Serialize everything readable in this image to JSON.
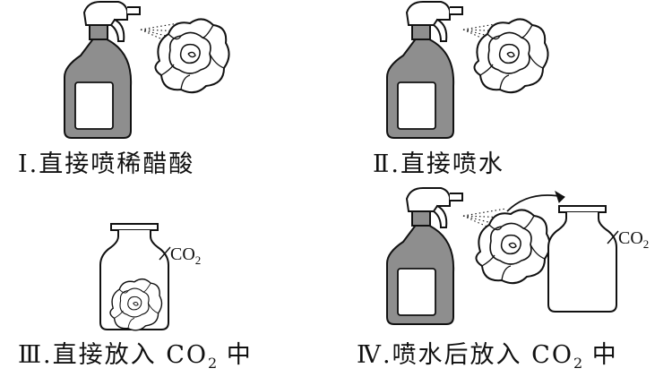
{
  "panels": [
    {
      "numeral": "Ⅰ.",
      "text": "直接喷稀醋酸"
    },
    {
      "numeral": "Ⅱ.",
      "text": "直接喷水"
    },
    {
      "numeral": "Ⅲ.",
      "text": "直接放入",
      "formula_main": "CO",
      "formula_sub": "2",
      "suffix": "中",
      "jar_label_main": "CO",
      "jar_label_sub": "2"
    },
    {
      "numeral": "Ⅳ.",
      "text": "喷水后放入",
      "formula_main": "CO",
      "formula_sub": "2",
      "suffix": "中",
      "jar_label_main": "CO",
      "jar_label_sub": "2"
    }
  ],
  "colors": {
    "ink": "#111111",
    "bottle_fill": "#8e8e8e",
    "label_fill": "#ffffff",
    "background": "#ffffff"
  },
  "icons": [
    "spray-bottle-icon",
    "flower-icon",
    "gas-jar-icon",
    "transfer-arrow-icon"
  ]
}
